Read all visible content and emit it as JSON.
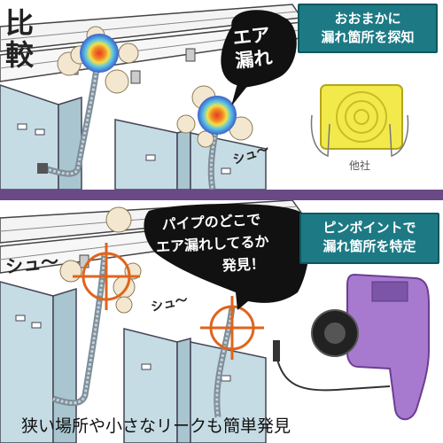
{
  "top_panel": {
    "compare_label_line1": "比",
    "compare_label_line2": "較",
    "speech_bubble_line1": "エア",
    "speech_bubble_line2": "漏れ",
    "sound_effect": "シュ〜",
    "callout_line1": "おおまかに",
    "callout_line2": "漏れ箇所を探知",
    "device_caption": "他社"
  },
  "bottom_panel": {
    "speech_bubble_line1": "パイプのどこで",
    "speech_bubble_line2": "エア漏れしてるか",
    "speech_bubble_line3": "発見！",
    "sound_effect_left": "シュ〜",
    "sound_effect_right": "シュ〜",
    "callout_line1": "ピンポイントで",
    "callout_line2": "漏れ箇所を特定"
  },
  "caption": "狭い場所や小さなリークも簡単発見",
  "colors": {
    "divider": "#6a4a86",
    "callout_bg": "#1d7a85",
    "device_purple": "#a77ad0",
    "crosshair": "#e0641c",
    "heat_red": "#e63a2a",
    "tablet_yellow": "#f2ea4a"
  },
  "icons": [
    "heat-spot-icon",
    "crosshair-icon",
    "smoke-puff-icon",
    "hand-icon"
  ]
}
